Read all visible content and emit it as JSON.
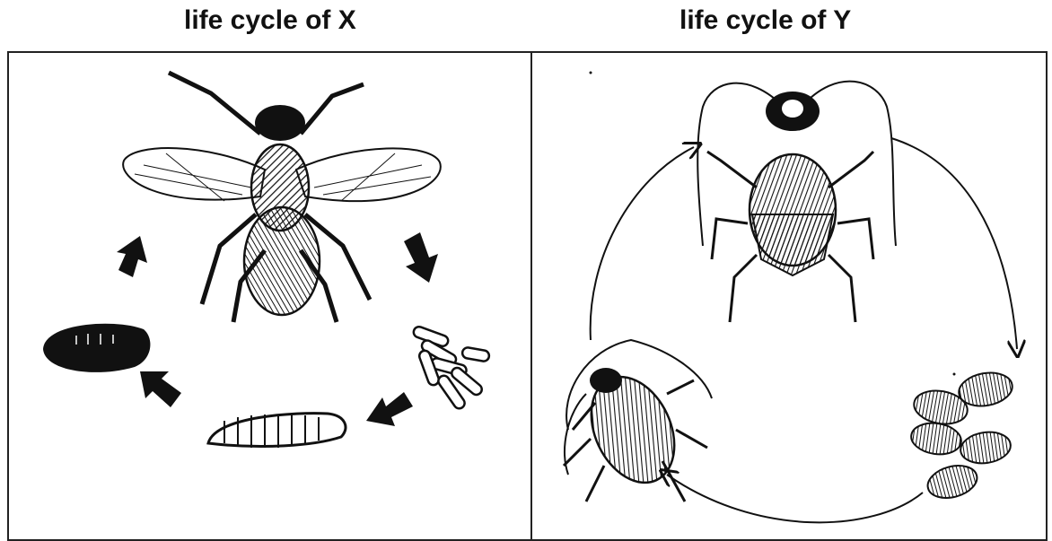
{
  "panels": {
    "x": {
      "title": "life cycle of X",
      "stages": [
        "adult-fly",
        "eggs",
        "larva",
        "pupa"
      ]
    },
    "y": {
      "title": "life cycle of Y",
      "stages": [
        "adult-cockroach",
        "eggs",
        "nymph"
      ]
    }
  },
  "colors": {
    "ink": "#111111",
    "background": "#ffffff"
  }
}
